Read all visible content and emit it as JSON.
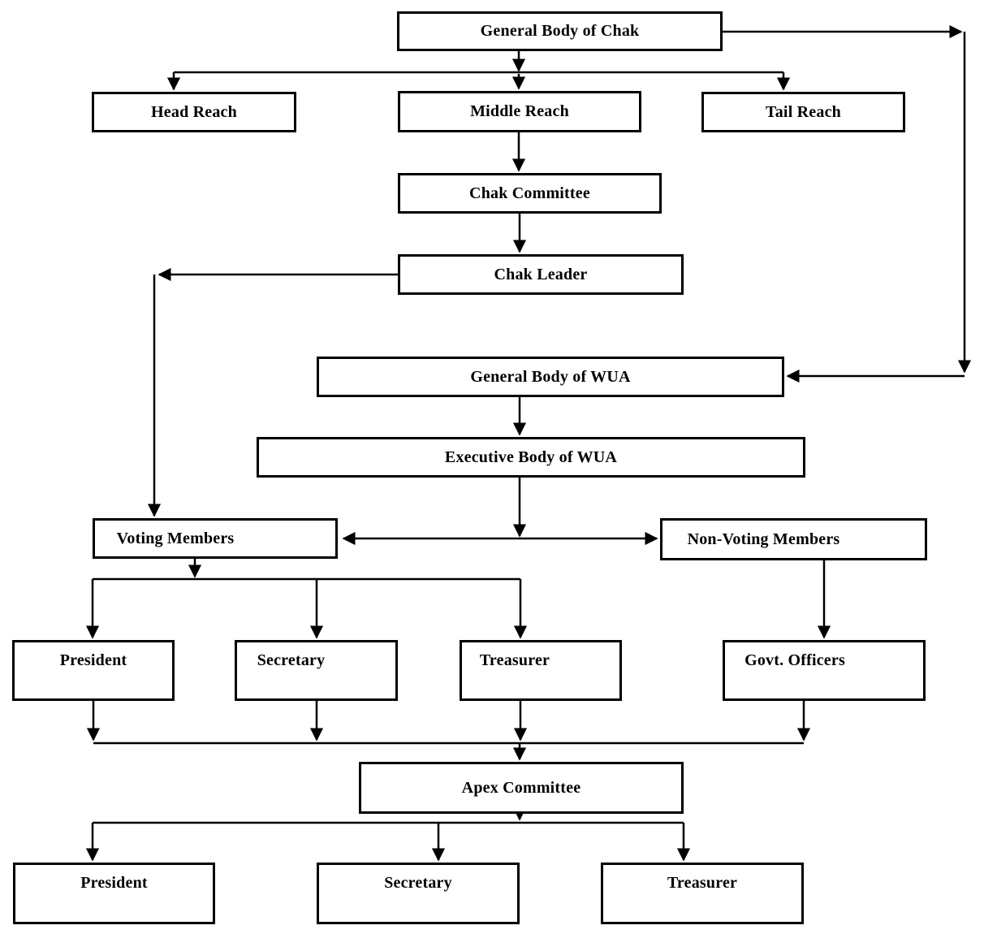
{
  "diagram": {
    "type": "organizational-flowchart",
    "background": "#ffffff",
    "line_color": "#000000",
    "box_border_color": "#000000",
    "text_color": "#000000"
  },
  "nodes": {
    "gbc": {
      "label": "General Body of Chak"
    },
    "head": {
      "label": "Head Reach"
    },
    "middle": {
      "label": "Middle Reach"
    },
    "tail": {
      "label": "Tail Reach"
    },
    "committee": {
      "label": "Chak Committee"
    },
    "leader": {
      "label": "Chak Leader"
    },
    "gbwua": {
      "label": "General Body of WUA"
    },
    "exec": {
      "label": "Executive Body of WUA"
    },
    "voting": {
      "label": "Voting Members"
    },
    "nonvoting": {
      "label": "Non-Voting Members"
    },
    "pres1": {
      "label": "President"
    },
    "sec1": {
      "label": "Secretary"
    },
    "treas1": {
      "label": "Treasurer"
    },
    "govt": {
      "label": "Govt. Officers"
    },
    "apex": {
      "label": "Apex Committee"
    },
    "pres2": {
      "label": "President"
    },
    "sec2": {
      "label": "Secretary"
    },
    "treas2": {
      "label": "Treasurer"
    }
  },
  "edges": [
    {
      "from": "General Body of Chak",
      "to": "Head Reach"
    },
    {
      "from": "General Body of Chak",
      "to": "Middle Reach"
    },
    {
      "from": "General Body of Chak",
      "to": "Tail Reach"
    },
    {
      "from": "General Body of Chak",
      "to": "General Body of WUA"
    },
    {
      "from": "Middle Reach",
      "to": "Chak Committee"
    },
    {
      "from": "Chak Committee",
      "to": "Chak Leader"
    },
    {
      "from": "Chak Leader",
      "to": "Voting Members"
    },
    {
      "from": "General Body of WUA",
      "to": "Executive Body of WUA"
    },
    {
      "from": "Executive Body of WUA",
      "to": "Voting Members"
    },
    {
      "from": "Executive Body of WUA",
      "to": "Non-Voting Members"
    },
    {
      "from": "Voting Members",
      "to": "President"
    },
    {
      "from": "Voting Members",
      "to": "Secretary"
    },
    {
      "from": "Voting Members",
      "to": "Treasurer"
    },
    {
      "from": "Non-Voting Members",
      "to": "Govt. Officers"
    },
    {
      "from": "President",
      "to": "Apex Committee"
    },
    {
      "from": "Secretary",
      "to": "Apex Committee"
    },
    {
      "from": "Treasurer",
      "to": "Apex Committee"
    },
    {
      "from": "Govt. Officers",
      "to": "Apex Committee"
    },
    {
      "from": "Apex Committee",
      "to": "President"
    },
    {
      "from": "Apex Committee",
      "to": "Secretary"
    },
    {
      "from": "Apex Committee",
      "to": "Treasurer"
    }
  ]
}
